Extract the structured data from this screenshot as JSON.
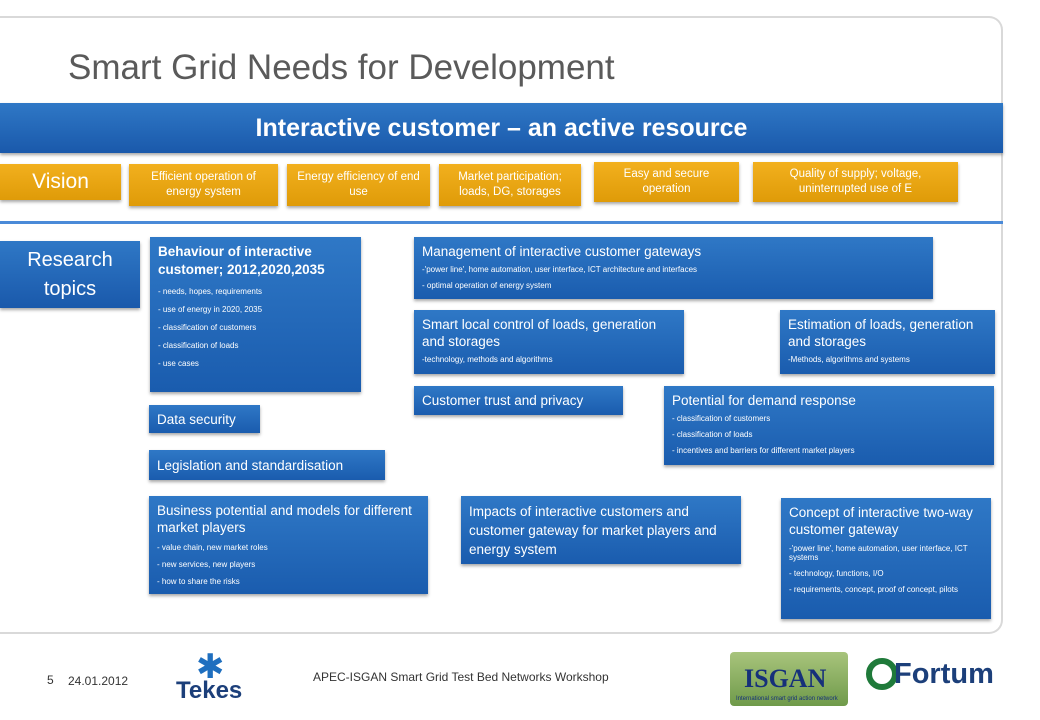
{
  "slide": {
    "title": "Smart Grid Needs for Development",
    "banner": "Interactive customer – an active resource",
    "vision_label": "Vision",
    "vision_items": [
      "Efficient operation of energy system",
      "Energy efficiency of end use",
      "Market participation; loads, DG, storages",
      "Easy and secure operation",
      "Quality of supply; voltage, uninterrupted use of E"
    ],
    "research_label_1": "Research",
    "research_label_2": "topics",
    "topics": {
      "behaviour": {
        "title": "Behaviour of interactive customer; 2012,2020,2035",
        "subs": [
          "- needs, hopes, requirements",
          "- use of energy in 2020, 2035",
          "- classification of customers",
          "- classification of loads",
          "- use cases"
        ]
      },
      "gateways": {
        "title": "Management of interactive customer gateways",
        "subs": [
          "-'power line', home automation, user interface, ICT architecture and interfaces",
          "- optimal operation of energy system"
        ]
      },
      "local_control": {
        "title": "Smart local control of loads, generation and storages",
        "subs": [
          "-technology, methods and algorithms"
        ]
      },
      "estimation": {
        "title": "Estimation of loads, generation and storages",
        "subs": [
          "-Methods, algorithms and systems"
        ]
      },
      "data_security": {
        "title": "Data security"
      },
      "trust": {
        "title": "Customer trust and privacy"
      },
      "demand_response": {
        "title": "Potential for demand response",
        "subs": [
          "- classification of customers",
          "- classification of loads",
          "- incentives and barriers for different market players"
        ]
      },
      "legislation": {
        "title": "Legislation and standardisation"
      },
      "business": {
        "title": "Business potential and models for different market players",
        "subs": [
          "- value chain, new market roles",
          "- new services, new players",
          "- how to share the risks"
        ]
      },
      "impacts": {
        "title": "Impacts of interactive customers and customer gateway for market players and energy system"
      },
      "concept": {
        "title": "Concept of interactive two-way customer gateway",
        "subs": [
          "-'power line', home automation, user interface, ICT systems",
          "- technology, functions, I/O",
          "- requirements, concept, proof of concept, pilots"
        ]
      }
    },
    "footer": {
      "page_number": "5",
      "date": "24.01.2012",
      "event": "APEC-ISGAN Smart Grid Test Bed Networks Workshop",
      "logo_tekes": "Tekes",
      "logo_isgan": "ISGAN",
      "logo_isgan_sub": "International smart grid action network",
      "logo_fortum": "Fortum"
    },
    "colors": {
      "blue": "#1f66b8",
      "orange": "#e8a510"
    }
  }
}
